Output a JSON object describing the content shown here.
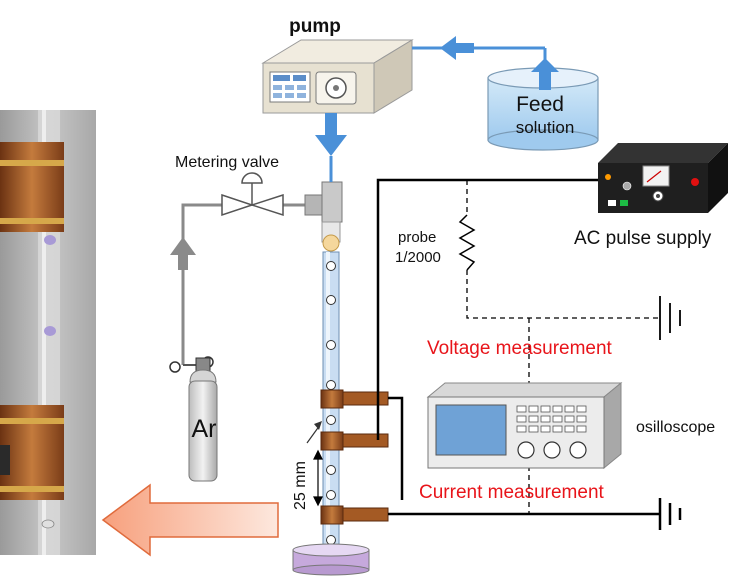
{
  "labels": {
    "pump": "pump",
    "feed_line1": "Feed",
    "feed_line2": "solution",
    "metering_valve": "Metering valve",
    "probe_line1": "probe",
    "probe_line2": "1/2000",
    "ac_supply": "AC pulse supply",
    "voltage_measurement": "Voltage measurement",
    "current_measurement": "Current measurement",
    "oscilloscope": "osilloscope",
    "argon": "Ar",
    "spacing": "25 mm"
  },
  "colors": {
    "flow_arrow": "#4a90d8",
    "gas_line": "#8a8a8a",
    "measurement_text": "#e8141a",
    "copper": "#a45a24",
    "wire": "#000000"
  },
  "icons": [
    "pump-icon",
    "feed-beaker-icon",
    "valve-icon",
    "gas-cylinder-icon",
    "ac-supply-icon",
    "oscilloscope-icon",
    "resistor-icon",
    "ground-icon"
  ]
}
